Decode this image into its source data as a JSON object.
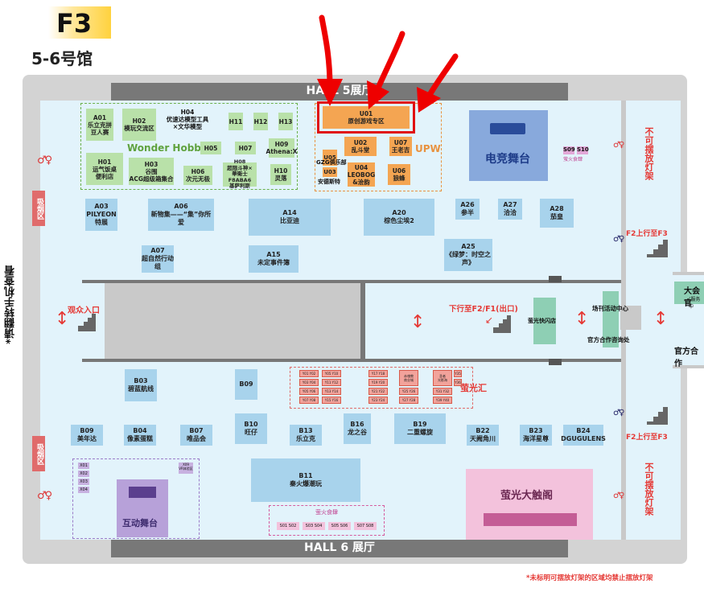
{
  "header": {
    "floor": "F3",
    "hall": "5-6号馆"
  },
  "bars": {
    "top": "HALL 5展厅",
    "bottom": "HALL 6 展厅"
  },
  "side_note": "*请翻转手机查看",
  "footnote": "*未标明可摆放灯架的区域均禁止摆放灯架",
  "smoking": "吸烟区",
  "no_lamp": "不可摆放灯架",
  "wc": "♂♀",
  "areas": {
    "wonder_hobby": "Wonder Hobby",
    "upw": "UPW",
    "esports_stage": "电竞舞台",
    "interactive_stage": "互动舞台",
    "firefly_hall": "萤光大触阁",
    "yingguang_hui": "萤光汇",
    "flash_store": "萤光快闪店",
    "audience_entrance": "观众入口",
    "down_exit": "下行至F2/F1(出口)",
    "up_f3_a": "F2上行至F3",
    "up_f3_b": "F2上行至F3",
    "event_center": "场刊活动中心",
    "cooperation_desk": "官方合作咨询处",
    "big_hall": "大会官",
    "big_hall_sub": "(服务中",
    "official_coop": "官方合作",
    "yinghuo_food_small": "萤火食肆",
    "yinghuo_food": "萤火食肆"
  },
  "booths": {
    "A01": [
      "A01",
      "乐立克拼",
      "豆人赛"
    ],
    "H02": [
      "H02",
      "模玩交流区"
    ],
    "H04": [
      "H04",
      "优速达模型工具",
      "×文华模型"
    ],
    "H11": [
      "H11"
    ],
    "H12": [
      "H12"
    ],
    "H13": [
      "H13"
    ],
    "H01": [
      "H01",
      "运气饭桌",
      "便利店"
    ],
    "H03": [
      "H03",
      "谷围",
      "ACG超级箱集合"
    ],
    "H05": [
      "H05"
    ],
    "H07": [
      "H07"
    ],
    "H09": [
      "H09",
      "Athena:X"
    ],
    "H06": [
      "H06",
      "次元无极"
    ],
    "H08": [
      "H08",
      "超限斗神×",
      "華衛士F8ABA6",
      "基萨利斯"
    ],
    "H10": [
      "H10",
      "灵落"
    ],
    "U01": [
      "U01",
      "原创游戏专区"
    ],
    "U02": [
      "U02",
      "乱斗堂"
    ],
    "U07": [
      "U07",
      "王老吉"
    ],
    "U05": [
      "U05",
      "GZG俱乐部"
    ],
    "U03": [
      "U03",
      "安德斯特"
    ],
    "U04": [
      "U04",
      "LEOBOG",
      "&浍韵"
    ],
    "U06": [
      "U06",
      "狼蜂"
    ],
    "S09": [
      "S09"
    ],
    "S10": [
      "S10"
    ],
    "A03": [
      "A03",
      "PILYEON特展"
    ],
    "A06": [
      "A06",
      "新物集——“集”你所爱"
    ],
    "A14": [
      "A14",
      "比亚迪"
    ],
    "A20": [
      "A20",
      "棕色尘埃2"
    ],
    "A26": [
      "A26",
      "参半"
    ],
    "A27": [
      "A27",
      "洽洽"
    ],
    "A28": [
      "A28",
      "茄皇"
    ],
    "A07": [
      "A07",
      "超自然行动组"
    ],
    "A15": [
      "A15",
      "未定事件簿"
    ],
    "A25": [
      "A25",
      "《绿梦：时空之声》"
    ],
    "B03": [
      "B03",
      "碧蓝航线"
    ],
    "B09a": [
      "B09"
    ],
    "B09b": [
      "B09",
      "美年达"
    ],
    "B04": [
      "B04",
      "像素蛋糕"
    ],
    "B07": [
      "B07",
      "唯品会"
    ],
    "B10": [
      "B10",
      "旺仔"
    ],
    "B13": [
      "B13",
      "乐立克"
    ],
    "B16": [
      "B16",
      "龙之谷"
    ],
    "B19": [
      "B19",
      "二重螺旋"
    ],
    "B22": [
      "B22",
      "天阙角川"
    ],
    "B23": [
      "B23",
      "海洋星尊"
    ],
    "B24": [
      "B24",
      "DGUGULENS"
    ],
    "B11": [
      "B11",
      "秦火爆潮玩"
    ]
  },
  "y_grid": [
    "Y01 Y02",
    "Y05 Y10",
    "Y17 Y18",
    "Y03 Y04",
    "Y11 Y12",
    "Y19 Y20",
    "Y05 Y06",
    "Y13 Y14",
    "Y21 Y22",
    "Y07 Y08",
    "Y15 Y16",
    "Y23 Y24",
    "Y25 Y26",
    "Y27 Y28",
    "Y29 Y30",
    "Y31 Y32",
    "Y33 Y34",
    "Y37 Y38",
    "Y39 Y40"
  ],
  "small_labels": {
    "pink1": "赤魂教",
    "pink1b": "商业城",
    "pink2": "圣者",
    "pink2b": "光影海",
    "y35": "Y35",
    "y36": "Y36"
  },
  "x_items": [
    "X01",
    "X02",
    "X03",
    "X04"
  ],
  "x09": [
    "X09",
    "VR体验区"
  ],
  "s_items": [
    "S01 S02",
    "S03 S04",
    "S05 S06",
    "S07 S08"
  ],
  "colors": {
    "red": "#e53935",
    "hall": "#e2f3fb",
    "booth": "#a8d3ec",
    "green": "#b9e1a9",
    "orange": "#f4a552"
  }
}
